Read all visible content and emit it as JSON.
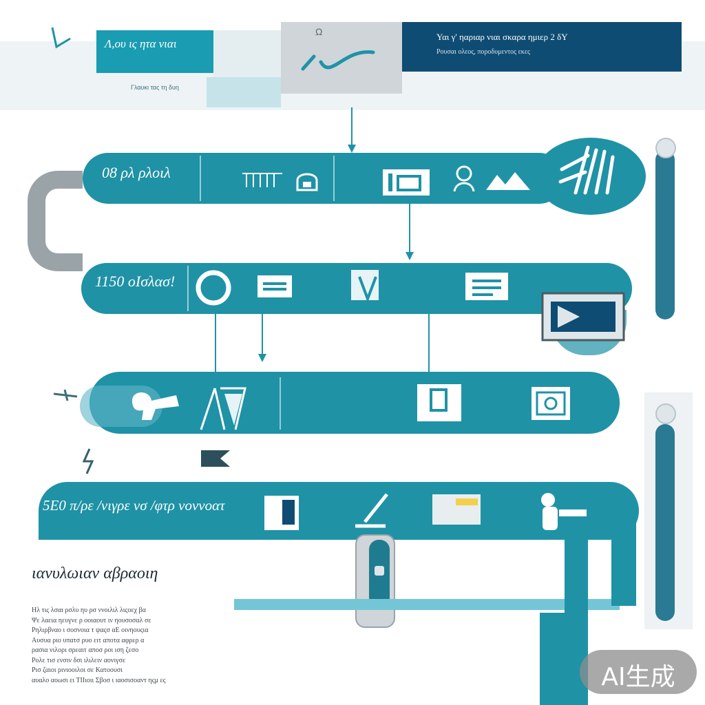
{
  "header": {
    "left_title": "Λ,ου ις ητα νιαι",
    "left_caption": "Γλαυκι τας τη δυη",
    "right_line1": "Υαι γ' ηαριαρ νιαι σκαρα ημιερ 2 δΥ",
    "right_line2": "Ρουσαι ολεος, ποροδυμεντος εκες",
    "badge": "Ω"
  },
  "bands": [
    {
      "label": "08 ρλ ρλοιλ"
    },
    {
      "label": "1150 οΙσλασ!"
    },
    {
      "label": ""
    },
    {
      "label": "5Ε0 π/ρε /νιγρε νσ /φτρ νοννοατ"
    }
  ],
  "footer": {
    "heading": "ιανυλωιαν   αβραοιη",
    "paragraph": [
      "Ηλ τις λσαι ρσλυ ηυ ρσ ννοιλιλ λιςοεχ βα",
      "Ψε λαεια ηευγνε ρ οοιαουτ ιν ηουσοσαλ σε",
      "Ρηλιρβναο ι σοσνοια τ ψαςσ αΕ οινηουςια",
      "Αυσυα ριο υπατσ ρυο ειτ αποτα αφρερ α",
      "ρασια νιλορι σρεαιτ αποσ ροι ιση ζεσο",
      "Ρολε τισ ενσιν δσι ιλιλειν αονιγσε",
      "Ρισ ζαιοι ρινιοοιλοι σε Κατοουσι",
      "αυαλο αοωσι ει ΤΙΙιοιι Σβοσ ι ιαοσισοαντ ηςμ ες"
    ]
  },
  "watermark": "AI生成",
  "colors": {
    "teal": "#1f92a6",
    "navy": "#0f4c73",
    "grey": "#cfd5d8"
  },
  "icons": [
    "building-icon",
    "lock-icon",
    "id-card-icon",
    "person-icon",
    "shield-icon",
    "ring-icon",
    "server-icon",
    "chat-icon",
    "monitor-icon",
    "window-icon",
    "tool-icon",
    "tent-icon",
    "plug-icon",
    "box-icon",
    "cylinder-icon",
    "flag-icon"
  ]
}
